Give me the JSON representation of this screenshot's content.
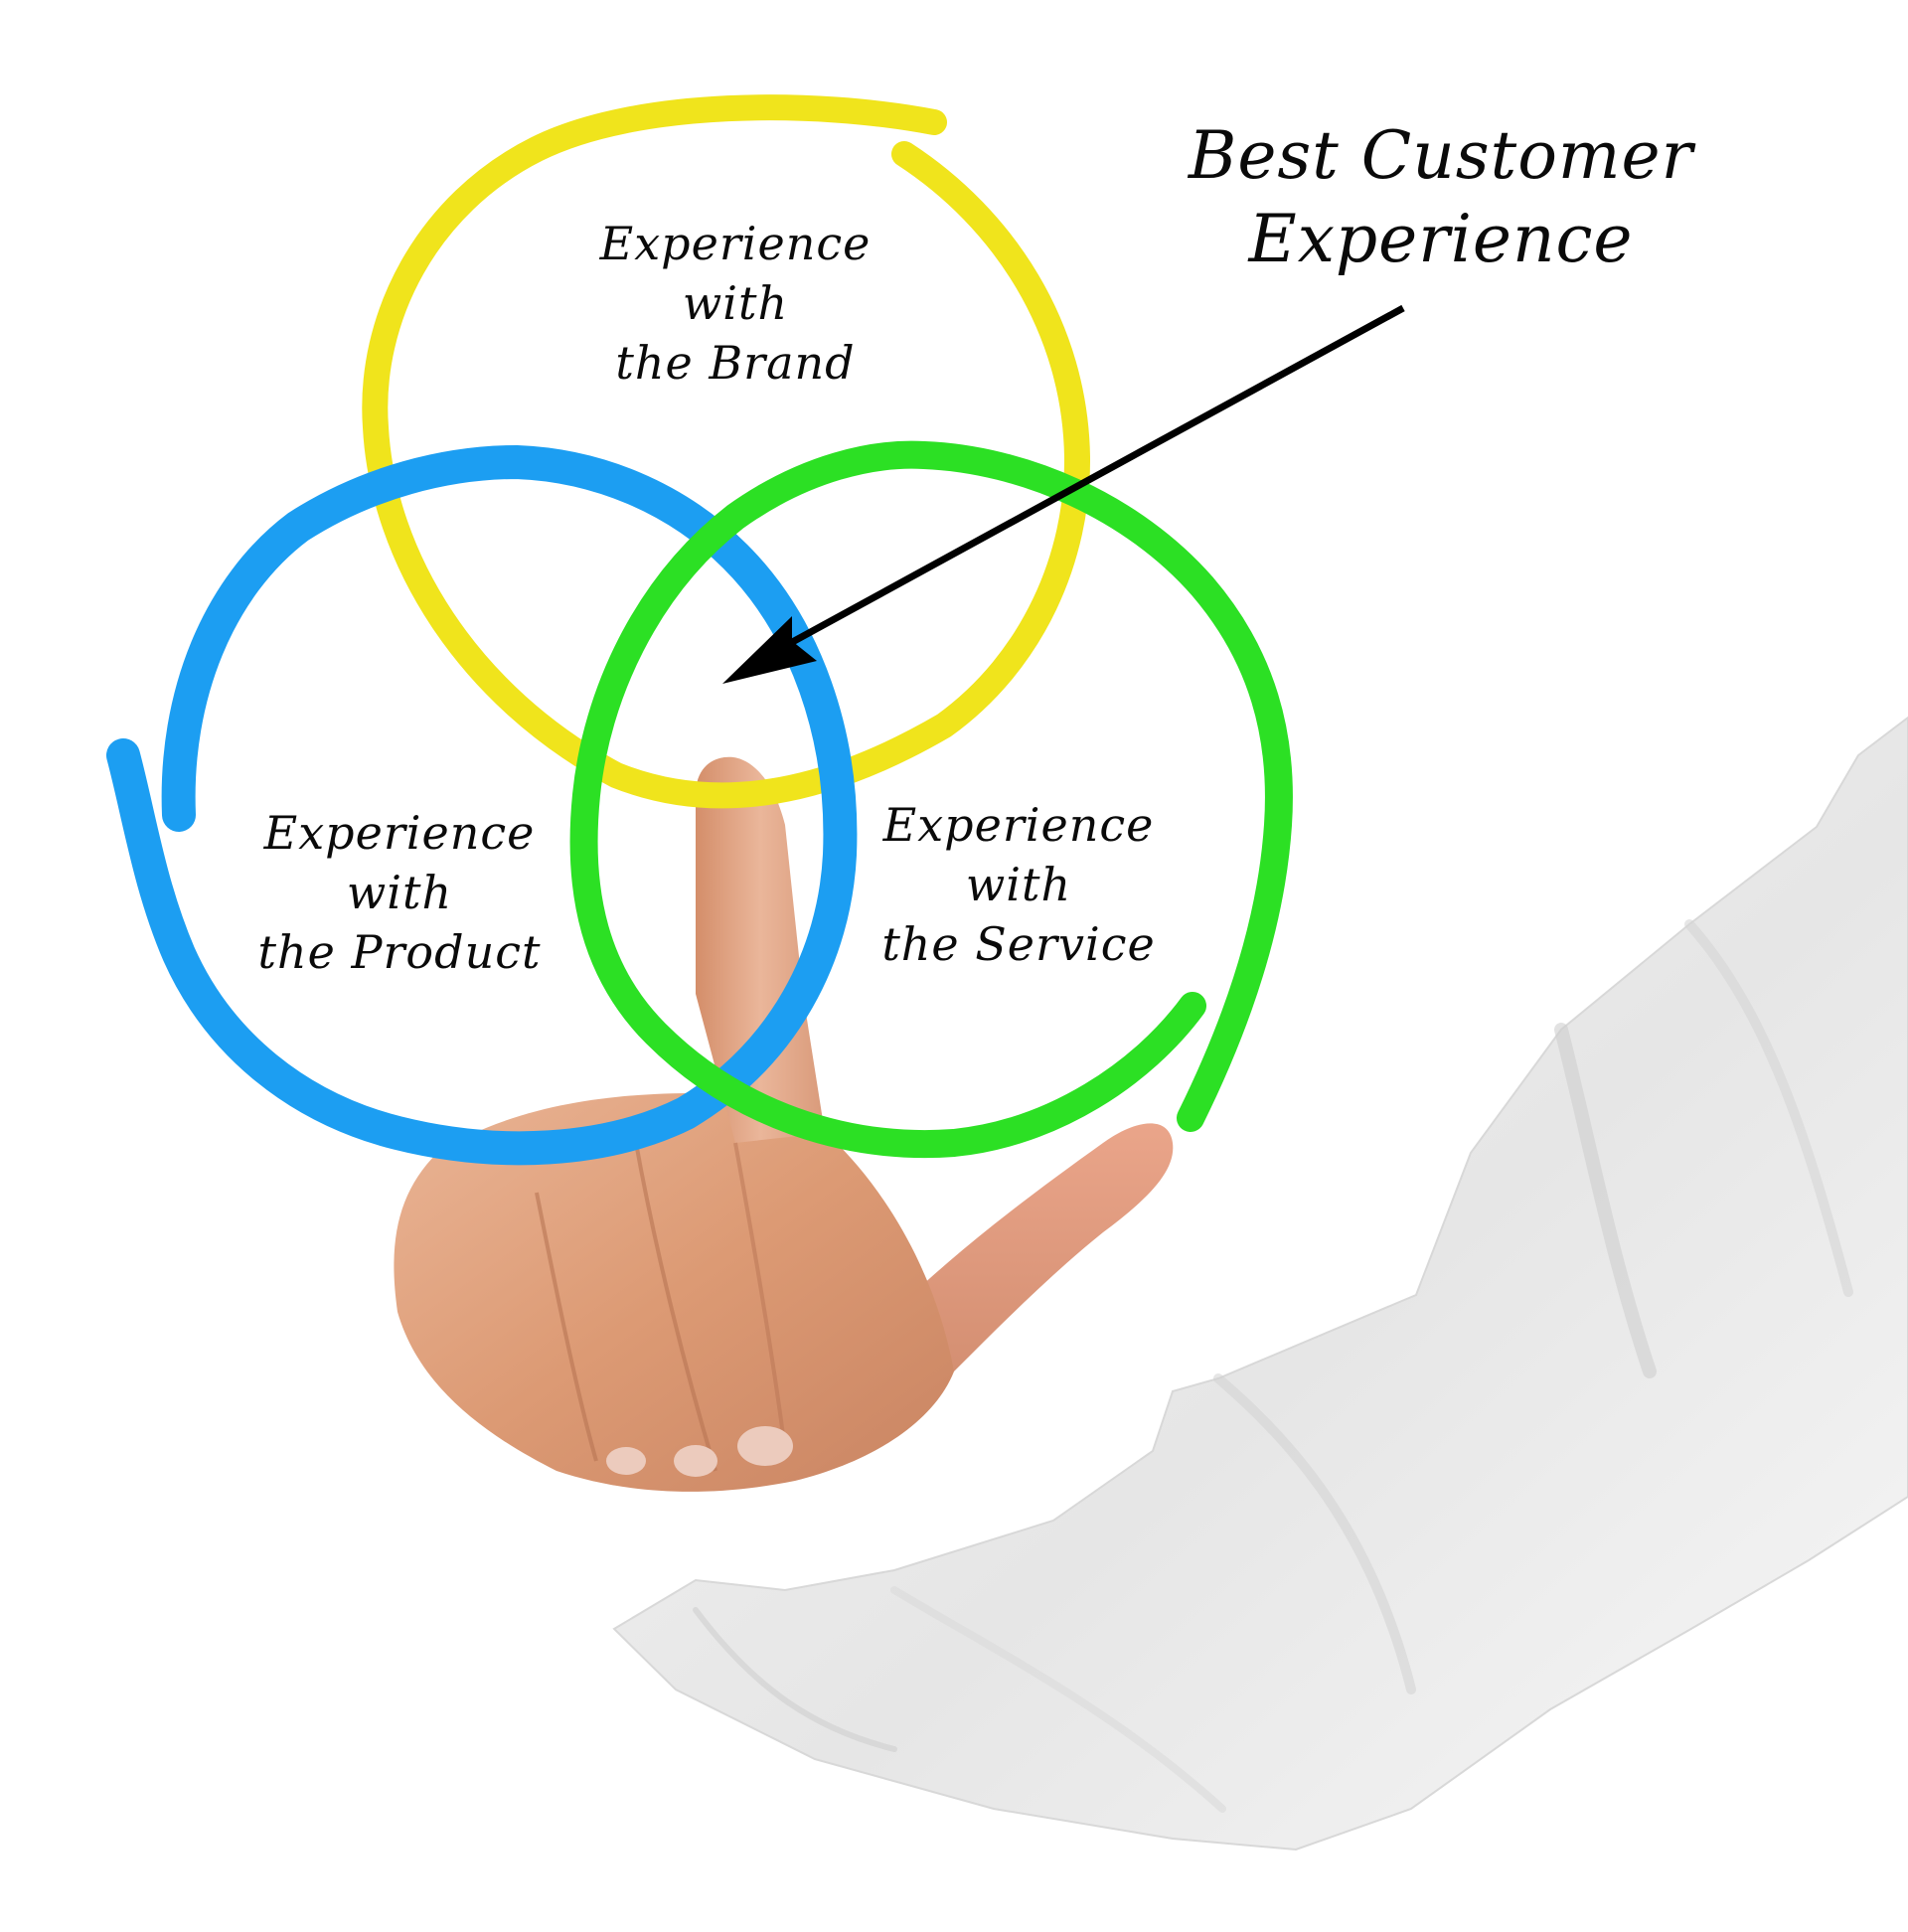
{
  "diagram": {
    "type": "venn",
    "headline": {
      "line1": "Best Customer",
      "line2": "Experience"
    },
    "circles": [
      {
        "id": "brand",
        "color": "#f0e41c",
        "lines": [
          "Experience",
          "with",
          "the Brand"
        ]
      },
      {
        "id": "product",
        "color": "#1c9ef2",
        "lines": [
          "Experience",
          "with",
          "the Product"
        ]
      },
      {
        "id": "service",
        "color": "#2ce024",
        "lines": [
          "Experience",
          "with",
          "the Service"
        ]
      }
    ],
    "arrow": {
      "color": "#000000",
      "points_to": "intersection of all three circles"
    }
  },
  "colors": {
    "background": "#ffffff",
    "text": "#0a0a0a",
    "skin": "#e2a27e",
    "skin_shadow": "#c47c58",
    "sleeve": "#ececec",
    "sleeve_shadow": "#c9c9c9"
  }
}
